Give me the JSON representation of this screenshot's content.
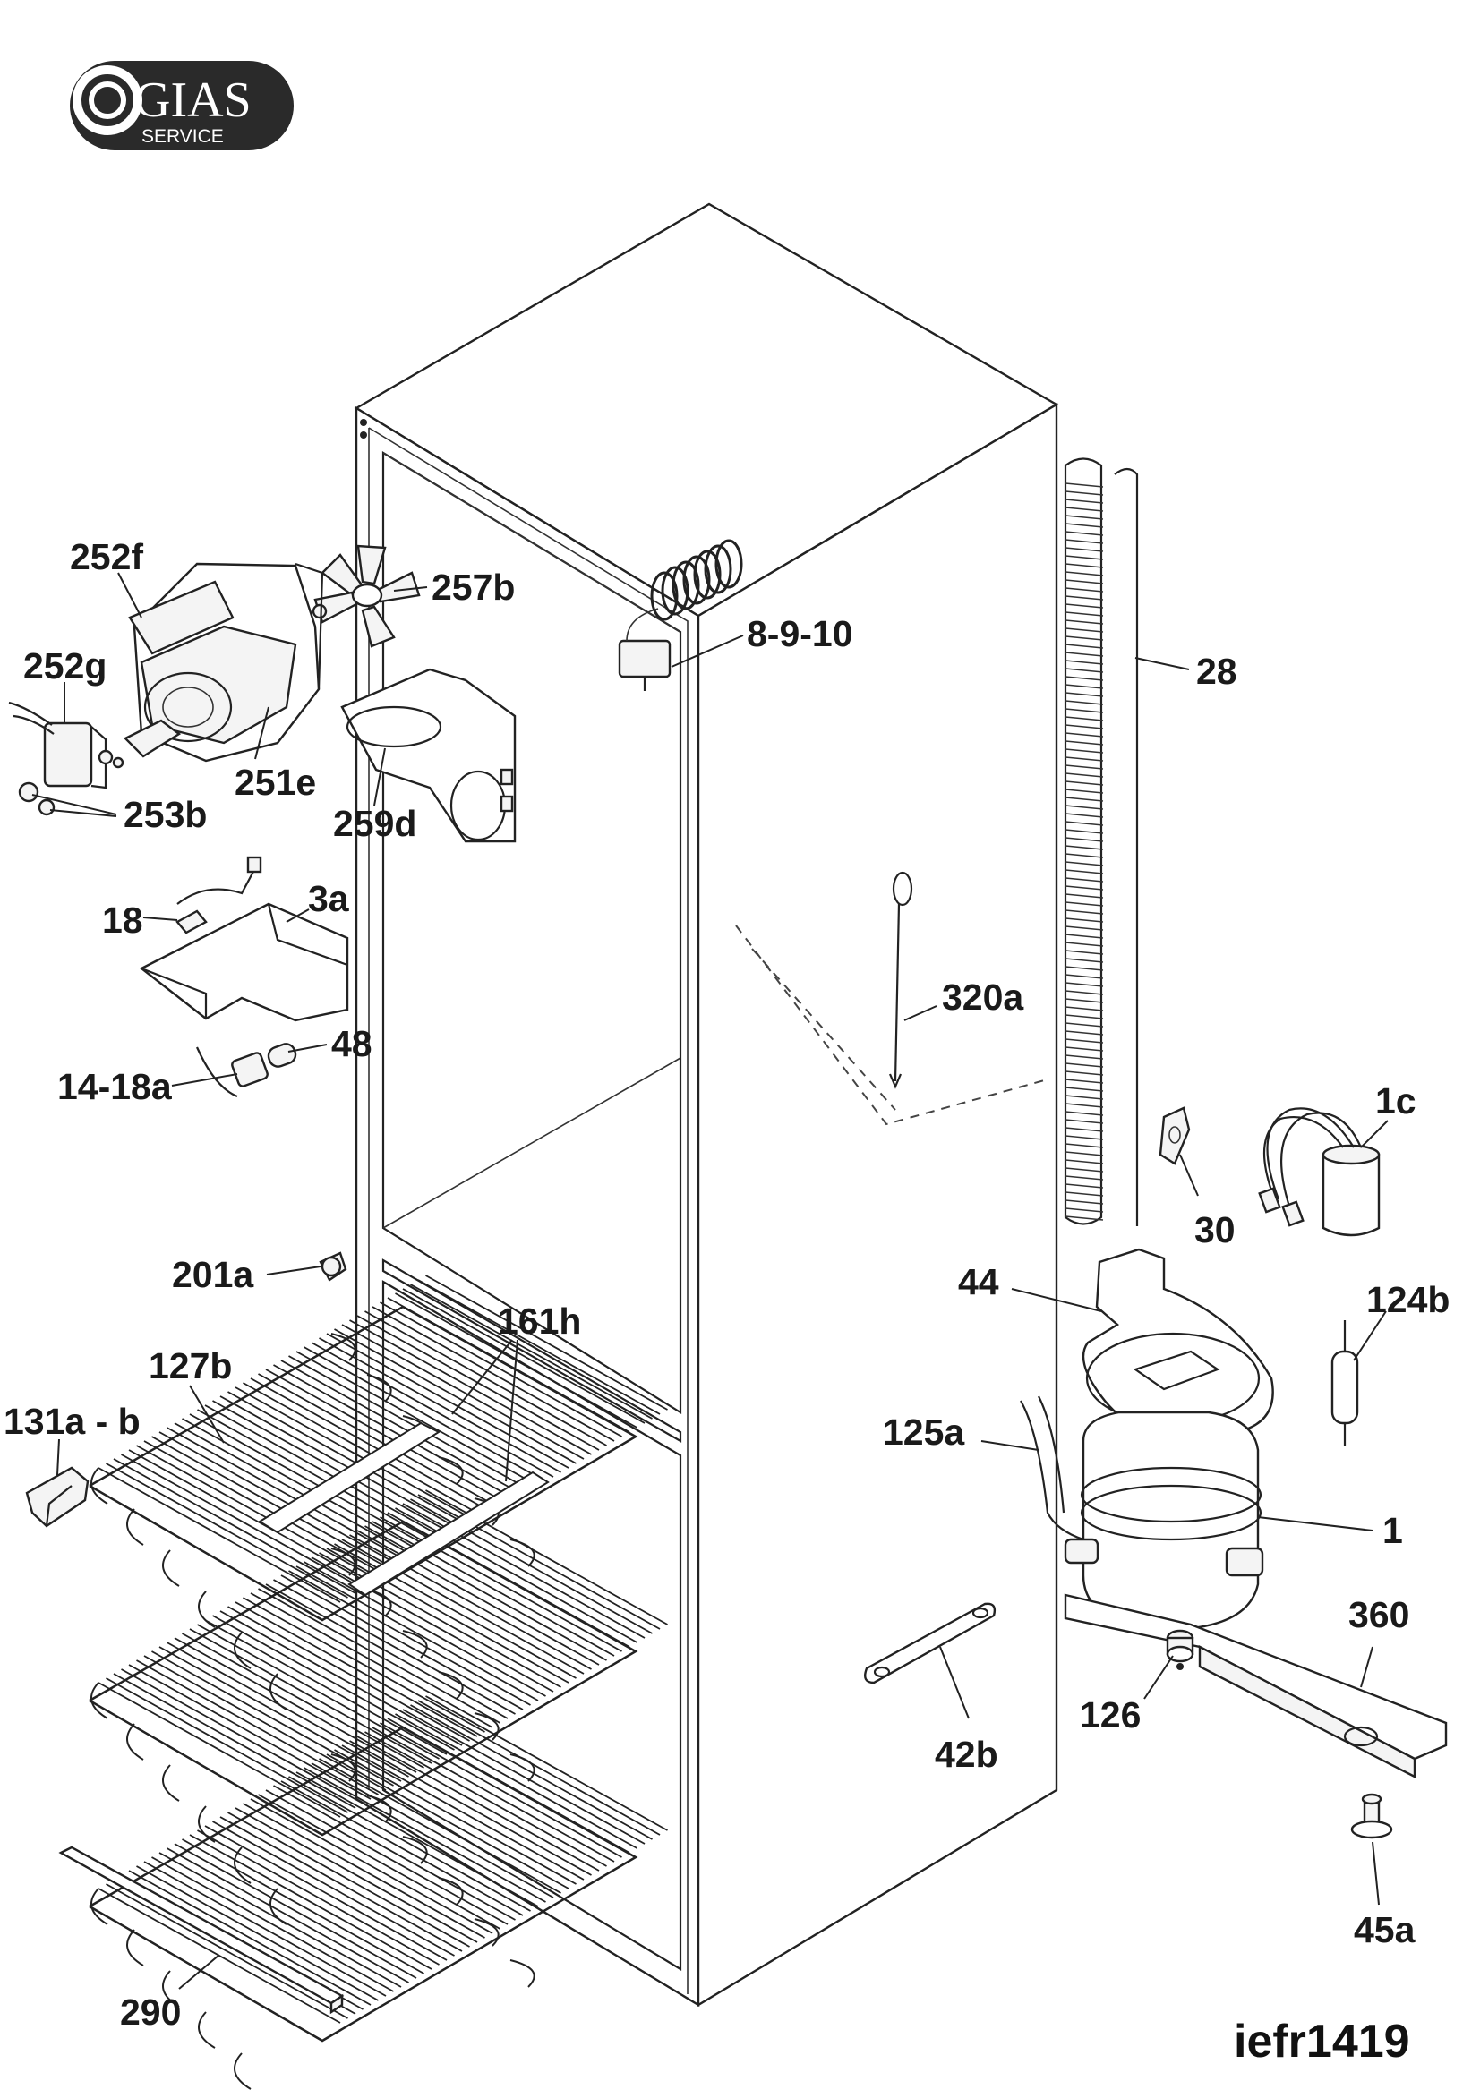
{
  "logo": {
    "brand": "GIAS",
    "subtitle": "SERVICE",
    "brand_color": "#2a2a2a"
  },
  "drawing_code": "iefr1419",
  "callouts": [
    {
      "id": "c-252f",
      "label": "252f"
    },
    {
      "id": "c-257b",
      "label": "257b"
    },
    {
      "id": "c-8-9-10",
      "label": "8-9-10"
    },
    {
      "id": "c-28",
      "label": "28"
    },
    {
      "id": "c-252g",
      "label": "252g"
    },
    {
      "id": "c-251e",
      "label": "251e"
    },
    {
      "id": "c-253b",
      "label": "253b"
    },
    {
      "id": "c-259d",
      "label": "259d"
    },
    {
      "id": "c-18",
      "label": "18"
    },
    {
      "id": "c-3a",
      "label": "3a"
    },
    {
      "id": "c-48",
      "label": "48"
    },
    {
      "id": "c-14-18a",
      "label": "14-18a"
    },
    {
      "id": "c-320a",
      "label": "320a"
    },
    {
      "id": "c-1c",
      "label": "1c"
    },
    {
      "id": "c-30",
      "label": "30"
    },
    {
      "id": "c-201a",
      "label": "201a"
    },
    {
      "id": "c-44",
      "label": "44"
    },
    {
      "id": "c-124b",
      "label": "124b"
    },
    {
      "id": "c-161h",
      "label": "161h"
    },
    {
      "id": "c-127b",
      "label": "127b"
    },
    {
      "id": "c-131a-b",
      "label": "131a - b"
    },
    {
      "id": "c-125a",
      "label": "125a"
    },
    {
      "id": "c-1",
      "label": "1"
    },
    {
      "id": "c-360",
      "label": "360"
    },
    {
      "id": "c-126",
      "label": "126"
    },
    {
      "id": "c-42b",
      "label": "42b"
    },
    {
      "id": "c-45a",
      "label": "45a"
    },
    {
      "id": "c-290",
      "label": "290"
    }
  ]
}
